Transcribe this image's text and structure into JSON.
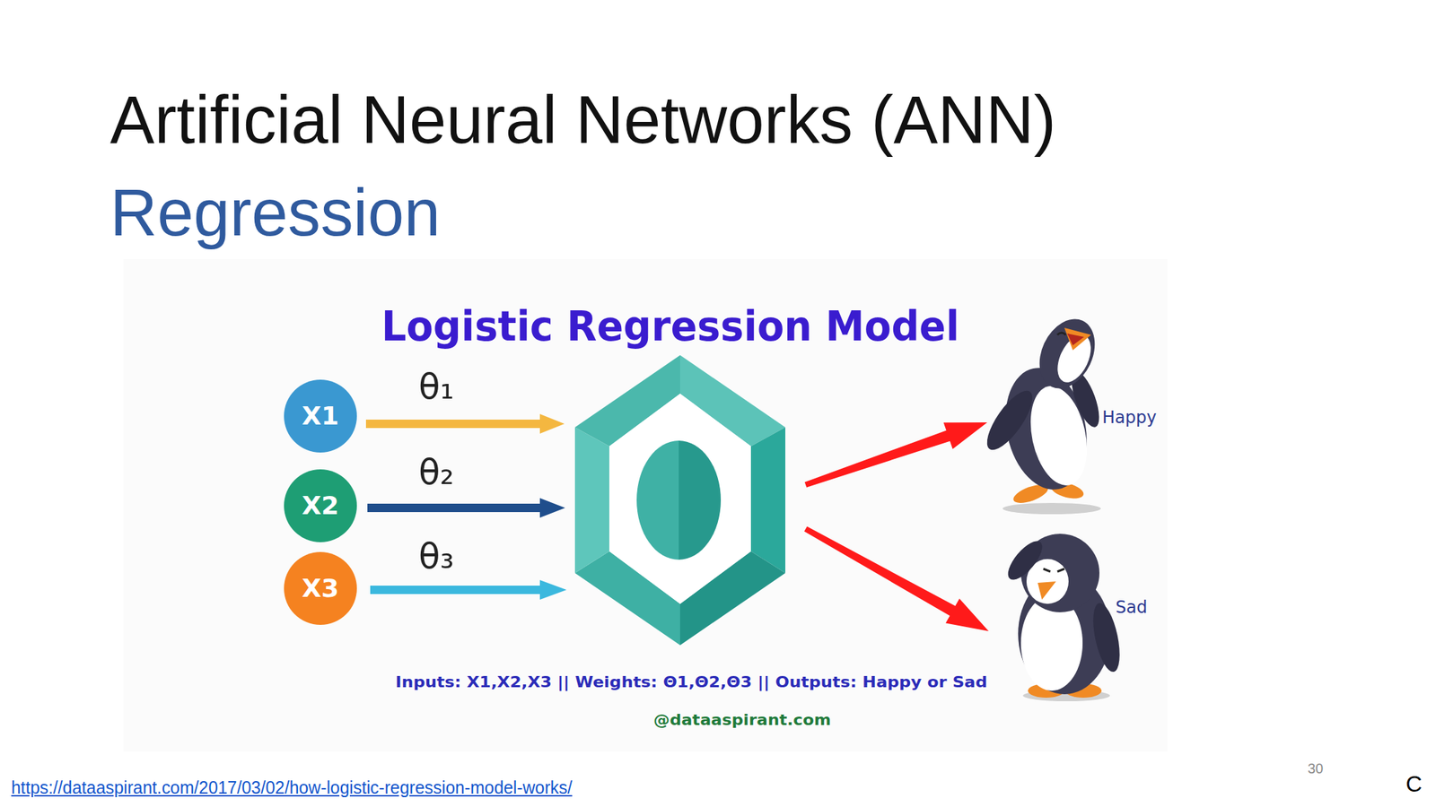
{
  "diagram": {
    "title": "Artificial Neural Networks (ANN)",
    "nodes": [
      {
        "text": [
          "X1"
        ]
      },
      {
        "text": [
          "X2"
        ]
      },
      {
        "text": [
          "X3"
        ]
      }
    ],
    "labels": [
      "Regression",
      "Logistic Regression Model",
      "θ₁",
      "θ₂",
      "θ₃",
      "Happy",
      "Sad",
      "Inputs: X1,X2,X3 || Weights: Θ1,Θ2,Θ3 || Outputs: Happy or Sad",
      "@dataaspirant.com",
      "30",
      "C",
      "https://dataaspirant.com/2017/03/02/how-logistic-regression-model-works/"
    ]
  }
}
